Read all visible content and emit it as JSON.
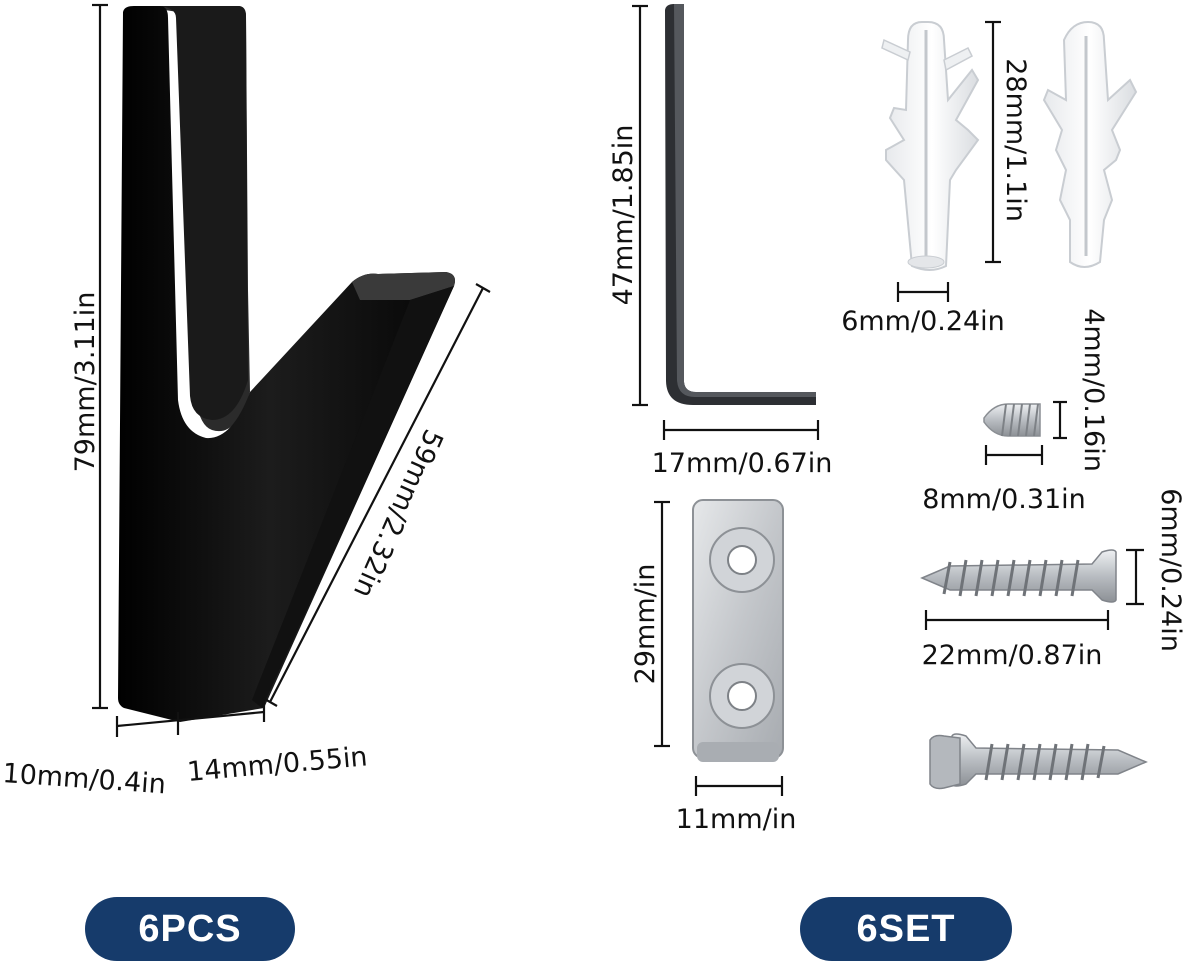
{
  "colors": {
    "badge": "#163b6b",
    "hook": "#0d0d0d",
    "metal": "#c9ccd0",
    "anchor": "#f2f3f5",
    "dim_line": "#111111"
  },
  "labels": {
    "hook_height": "79mm/3.11in",
    "hook_arm": "59mm/2.32in",
    "hook_base_left": "10mm/0.4in",
    "hook_base_right": "14mm/0.55in",
    "key_height": "47mm/1.85in",
    "key_width": "17mm/0.67in",
    "anchor_length": "28mm/1.1in",
    "anchor_diameter": "6mm/0.24in",
    "set_screw_diameter": "4mm/0.16in",
    "set_screw_length": "8mm/0.31in",
    "screw_head": "6mm/0.24in",
    "screw_length": "22mm/0.87in",
    "plate_height": "29mm/in",
    "plate_width": "11mm/in"
  },
  "badges": {
    "left": "6PCS",
    "right": "6SET"
  },
  "icons": {
    "hook": "coat-hook-icon",
    "allen_key": "hex-key-icon",
    "anchor": "wall-anchor-icon",
    "set_screw": "set-screw-icon",
    "screw": "wood-screw-icon",
    "plate": "mounting-plate-icon"
  }
}
